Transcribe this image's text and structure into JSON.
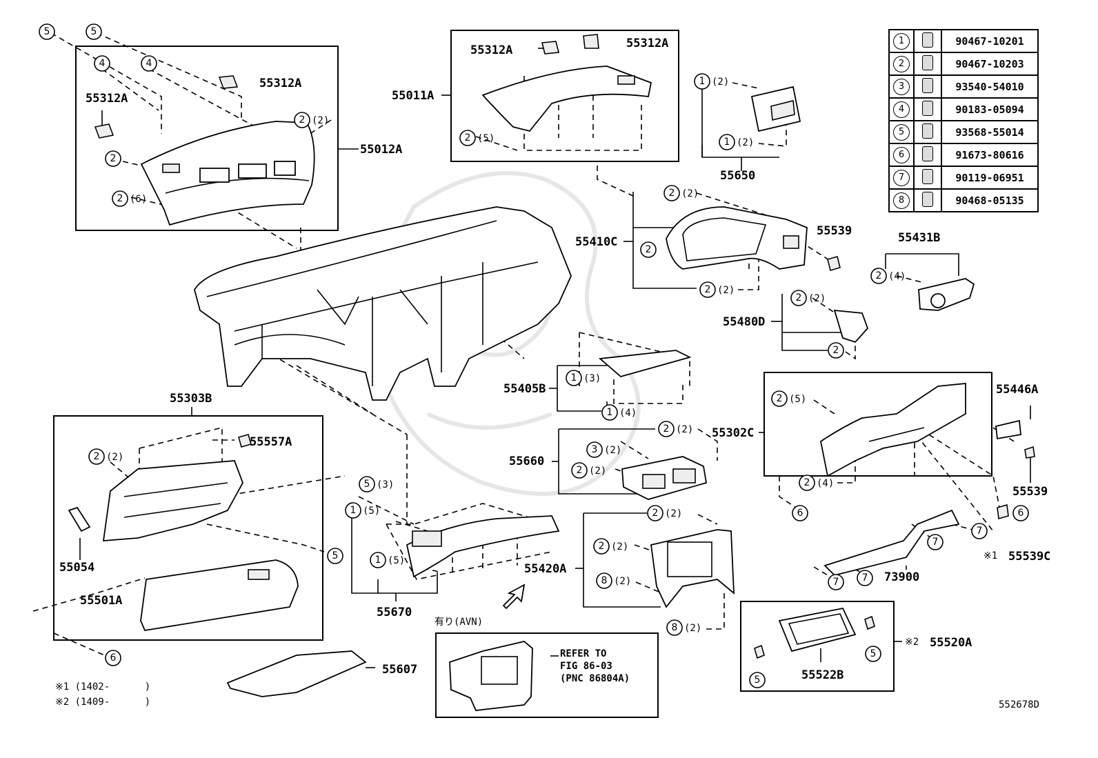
{
  "diagram_id": "552678D",
  "legend": [
    {
      "no": "1",
      "icon": "clip-icon",
      "part": "90467-10201"
    },
    {
      "no": "2",
      "icon": "clip-icon",
      "part": "90467-10203"
    },
    {
      "no": "3",
      "icon": "screw-icon",
      "part": "93540-54010"
    },
    {
      "no": "4",
      "icon": "nut-clip-icon",
      "part": "90183-05094"
    },
    {
      "no": "5",
      "icon": "screw-icon",
      "part": "93568-55014"
    },
    {
      "no": "6",
      "icon": "screw-icon",
      "part": "91673-80616"
    },
    {
      "no": "7",
      "icon": "screw-icon",
      "part": "90119-06951"
    },
    {
      "no": "8",
      "icon": "clip-icon",
      "part": "90468-05135"
    }
  ],
  "parts": {
    "p55312A_1": "55312A",
    "p55312A_2": "55312A",
    "p55312A_3": "55312A",
    "p55312A_4": "55312A",
    "p55011A": "55011A",
    "p55012A": "55012A",
    "p55650": "55650",
    "p55410C": "55410C",
    "p55539_1": "55539",
    "p55539_2": "55539",
    "p55431B": "55431B",
    "p55480D": "55480D",
    "p55405B": "55405B",
    "p55303B": "55303B",
    "p55557A": "55557A",
    "p55054": "55054",
    "p55501A": "55501A",
    "p55660": "55660",
    "p55302C": "55302C",
    "p55446A": "55446A",
    "p55420A": "55420A",
    "p55670": "55670",
    "p55607": "55607",
    "p73900": "73900",
    "p55539C": "55539C",
    "p55520A": "55520A",
    "p55522B": "55522B"
  },
  "marks": {
    "m1": "※1",
    "m2": "※2"
  },
  "avn": {
    "title": "有り(AVN)",
    "refer1": "REFER TO",
    "refer2": "FIG 86-03",
    "refer3": "(PNC 86804A)"
  },
  "notes": {
    "n1": "※1 (1402-      )",
    "n2": "※2 (1409-      )"
  },
  "qty": {
    "q2": "(2)",
    "q3": "(3)",
    "q4": "(4)",
    "q5": "(5)",
    "q6": "(6)"
  }
}
